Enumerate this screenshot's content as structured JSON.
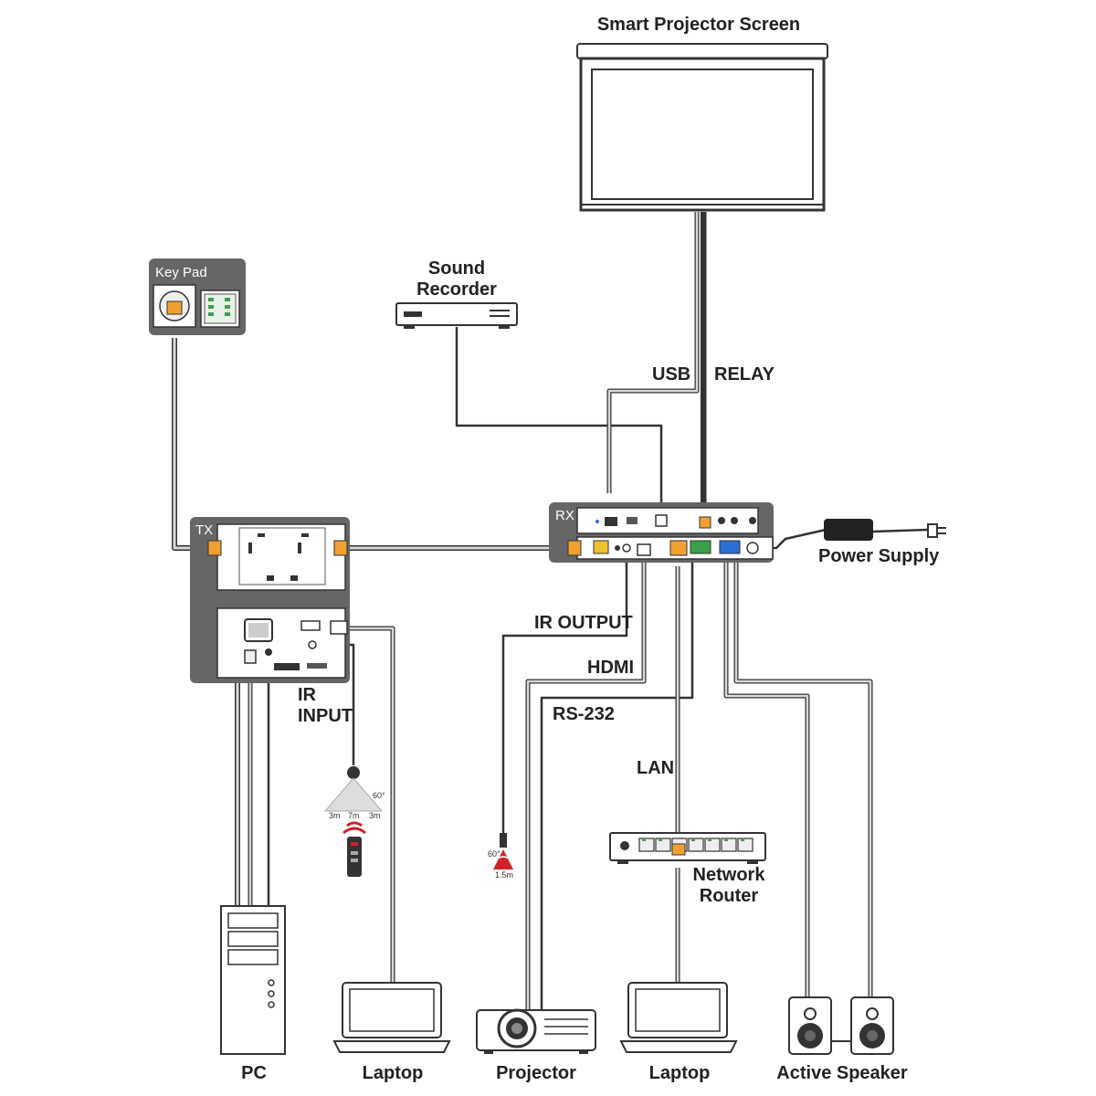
{
  "title": "Smart Projector Screen",
  "devices": {
    "keypad": "Key Pad",
    "sound_recorder": [
      "Sound",
      "Recorder"
    ],
    "tx": "TX",
    "rx": "RX",
    "power_supply": "Power Supply",
    "network_router": [
      "Network",
      "Router"
    ],
    "pc": "PC",
    "laptop_left": "Laptop",
    "projector": "Projector",
    "laptop_right": "Laptop",
    "active_speaker": "Active Speaker"
  },
  "connections": {
    "usb": "USB",
    "relay": "RELAY",
    "ir_output": "IR OUTPUT",
    "hdmi": "HDMI",
    "rs232": "RS-232",
    "lan": "LAN",
    "ir_input": [
      "IR",
      "INPUT"
    ]
  },
  "ir_receiver_specs": {
    "angle": "60°",
    "left": "3m",
    "center": "7m",
    "right": "3m"
  },
  "ir_emitter_specs": {
    "angle": "60°",
    "range": "1.5m"
  },
  "colors": {
    "panel": "#666666",
    "cable": "#9a9a9a",
    "outline": "#333333",
    "ir_red": "#d0202a",
    "port_blue": "#2a6fd6",
    "port_green": "#3aa04a",
    "port_orange": "#e89a2a"
  }
}
